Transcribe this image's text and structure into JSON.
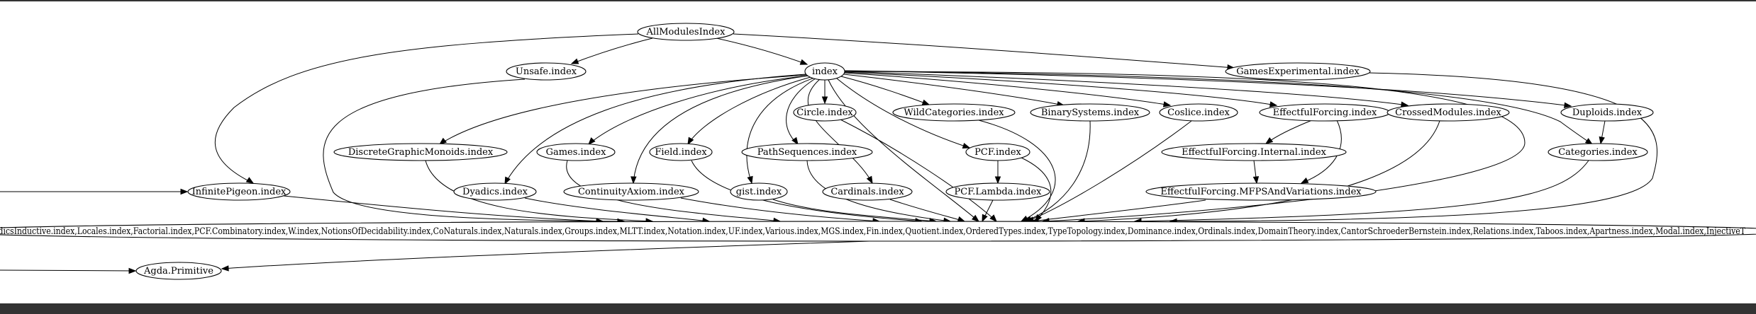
{
  "colors": {
    "background": "#ffffff",
    "ink": "#000000",
    "bar": "#333333"
  },
  "nodes": {
    "all_modules": "AllModulesIndex",
    "unsafe": "Unsafe.index",
    "index": "index",
    "games_experimental": "GamesExperimental.index",
    "circle": "Circle.index",
    "wild_categories": "WildCategories.index",
    "binary_systems": "BinarySystems.index",
    "coslice": "Coslice.index",
    "effectful_forcing": "EffectfulForcing.index",
    "crossed_modules": "CrossedModules.index",
    "duploids": "Duploids.index",
    "discrete_graphic_monoids": "DiscreteGraphicMonoids.index",
    "games": "Games.index",
    "field": "Field.index",
    "path_sequences": "PathSequences.index",
    "pcf": "PCF.index",
    "effectful_forcing_internal": "EffectfulForcing.Internal.index",
    "categories": "Categories.index",
    "infinite_pigeon": "InfinitePigeon.index",
    "dyadics": "Dyadics.index",
    "continuity_axiom": "ContinuityAxiom.index",
    "gist": "gist.index",
    "cardinals": "Cardinals.index",
    "pcf_lambda": "PCF.Lambda.index",
    "effectful_forcing_mfps": "EffectfulForcing.MFPSAndVariations.index",
    "big_node": "adicsInductive.index,Locales.index,Factorial.index,PCF.Combinatory.index,W.index,NotionsOfDecidability.index,CoNaturals.index,Naturals.index,Groups.index,MLTT.index,Notation.index,UF.index,Various.index,MGS.index,Fin.index,Quotient.index,OrderedTypes.index,TypeTopology.index,Dominance.index,Ordinals.index,DomainTheory.index,CantorSchroederBernstein.index,Relations.index,Taboos.index,Apartness.index,Modal.index,InjectiveT",
    "agda_primitive": "Agda.Primitive"
  }
}
